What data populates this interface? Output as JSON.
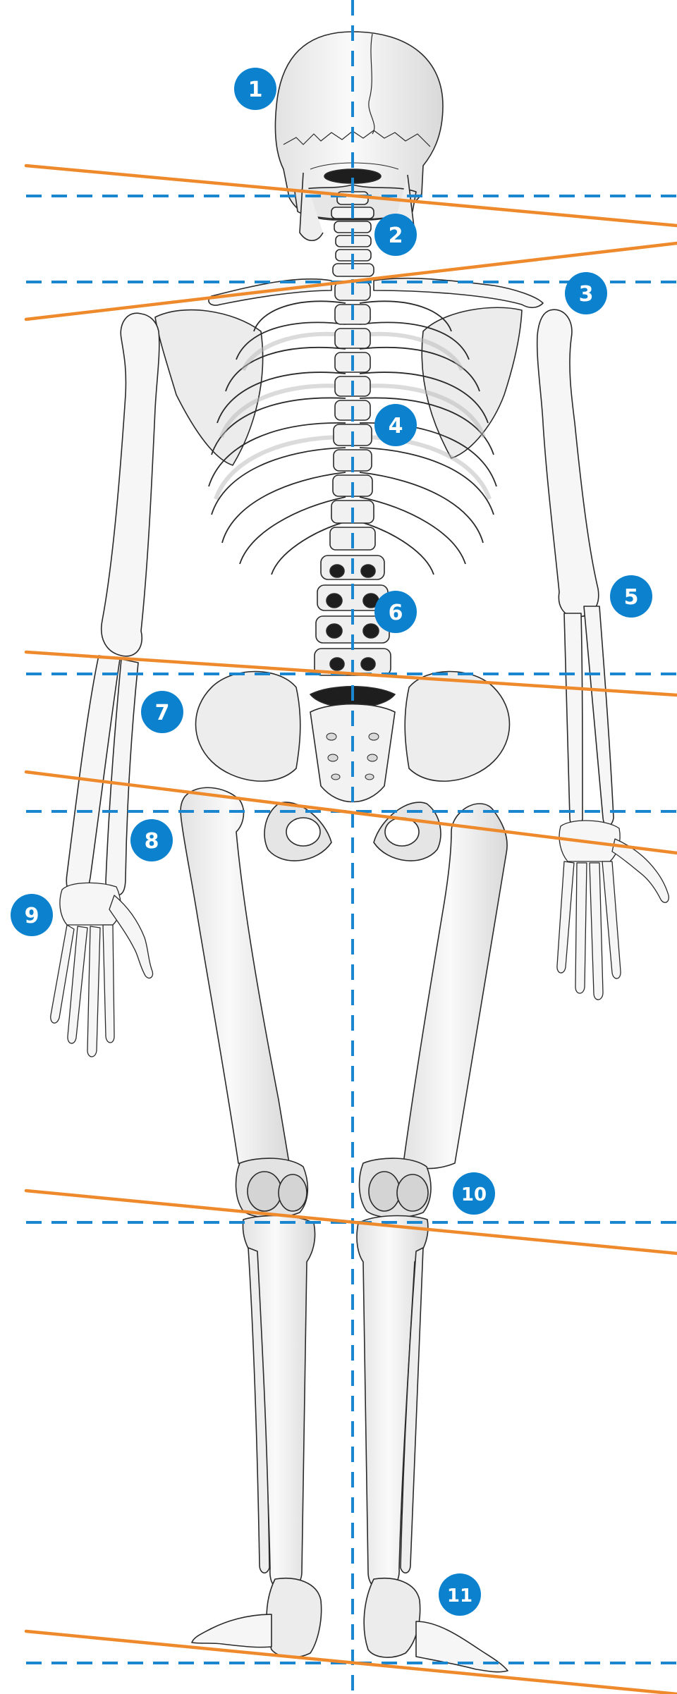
{
  "colors": {
    "background": "#ffffff",
    "reference_line": "#1a86cf",
    "tilt_line": "#ee8a2b",
    "badge": "#0c82cf",
    "badge_text": "#ffffff",
    "bone_fill": "#f6f6f6",
    "bone_shade": "#d7d7d7",
    "bone_outline": "#2a2a2a",
    "joint_space": "#202020"
  },
  "figure": {
    "subject": "posterior view of human skeleton",
    "markers": [
      "1",
      "2",
      "3",
      "4",
      "5",
      "6",
      "7",
      "8",
      "9",
      "10",
      "11"
    ]
  }
}
